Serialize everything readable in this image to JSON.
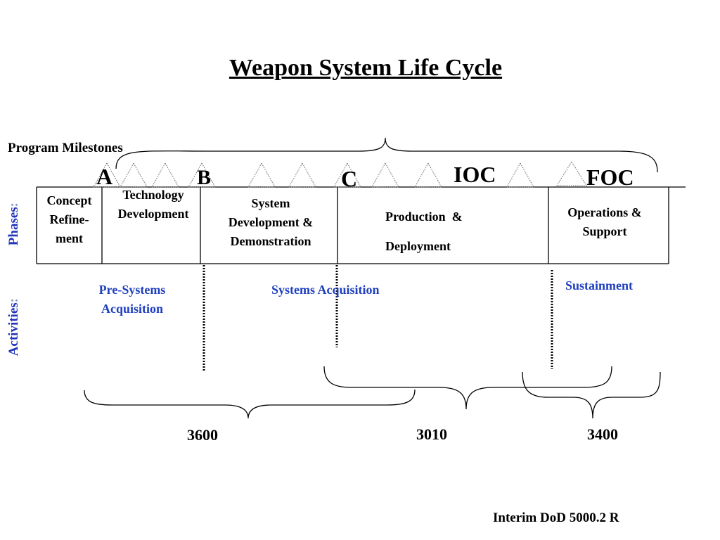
{
  "title": "Weapon System Life Cycle",
  "program_milestones_label": "Program Milestones",
  "milestones": {
    "a": "A",
    "b": "B",
    "c": "C",
    "ioc": "IOC",
    "foc": "FOC"
  },
  "side_labels": {
    "phases": "Phases",
    "phases_colon": ":",
    "activities": "Activities",
    "activities_colon": ":"
  },
  "phases": {
    "concept": [
      "Concept",
      "Refine-",
      "ment"
    ],
    "technology": [
      "Technology",
      "Development"
    ],
    "system_dev": [
      "System",
      "Development &",
      "Demonstration"
    ],
    "production": [
      "Production  &",
      "Deployment"
    ],
    "operations": [
      "Operations &",
      "Support"
    ]
  },
  "activities": {
    "pre_systems": [
      "Pre-Systems",
      "Acquisition"
    ],
    "systems": "Systems Acquisition",
    "sustainment": "Sustainment"
  },
  "appropriations": {
    "a": "3600",
    "b": "3010",
    "c": "3400"
  },
  "source": "Interim DoD 5000.2 R",
  "colors": {
    "activity_blue": "#1f3fbf",
    "phases_label": "#2233bb"
  }
}
